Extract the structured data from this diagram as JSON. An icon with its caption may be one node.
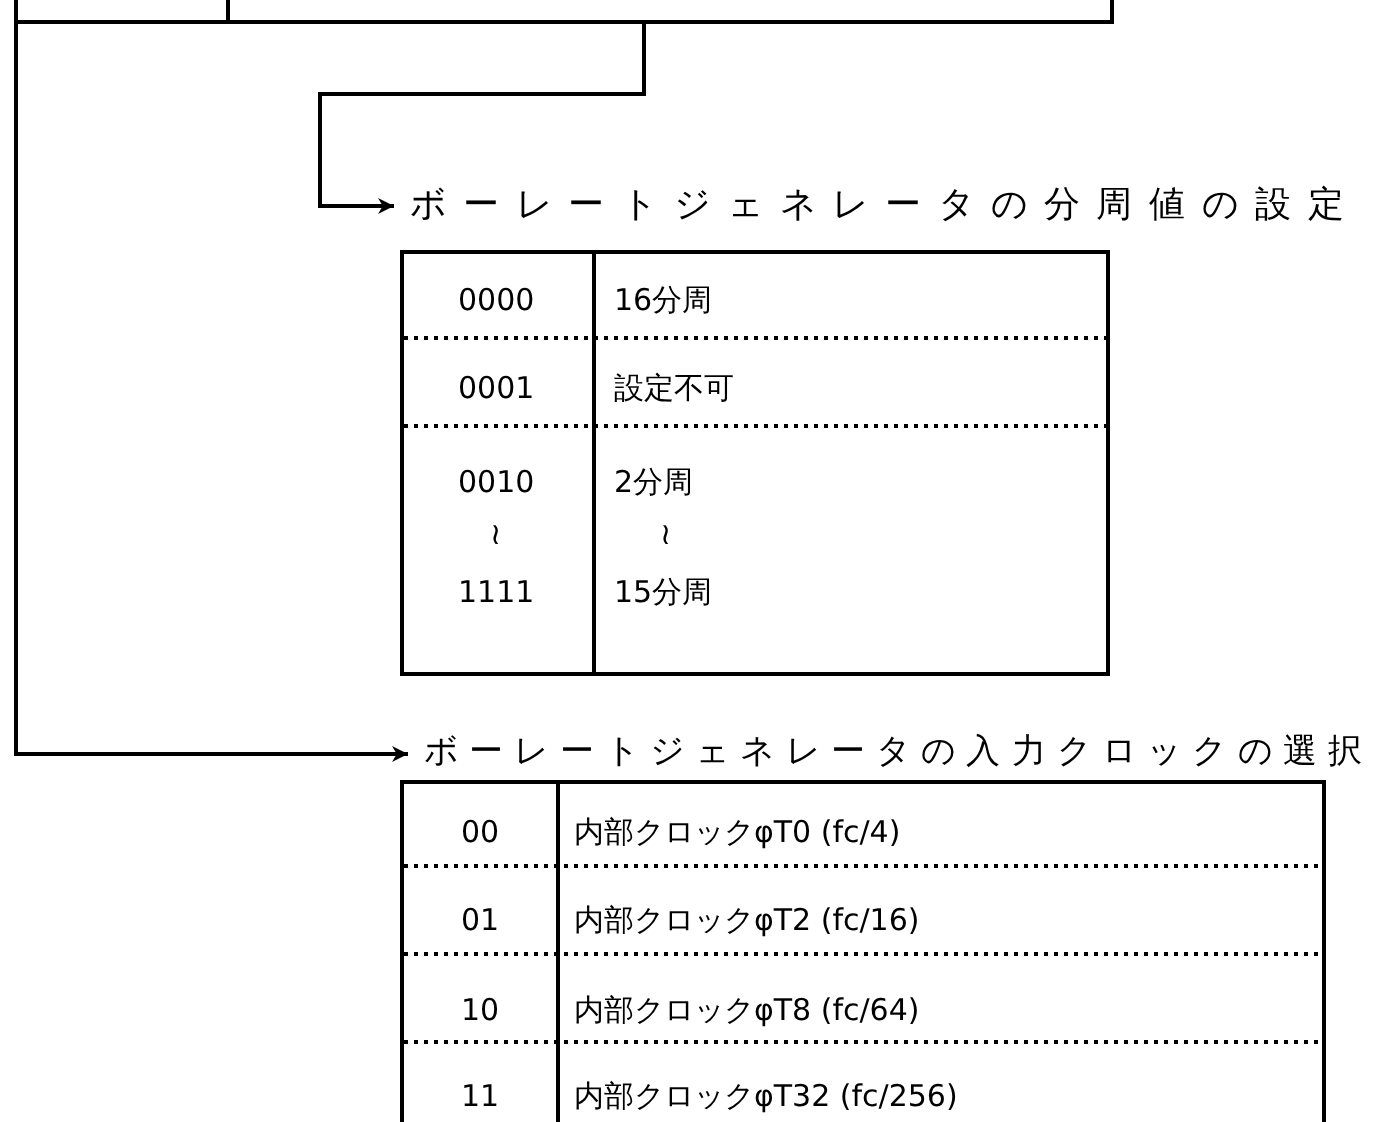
{
  "diagram": {
    "nodes": [
      {
        "text": [],
        "shape": "box"
      },
      {
        "text": [],
        "shape": "box"
      },
      {
        "text": [
          "ボーレートジェネレータの分周値の設定"
        ]
      },
      {
        "text": [
          "ボーレートジェネレータの入力クロックの選択"
        ]
      }
    ],
    "edges": [
      {
        "from": 1,
        "to": 2,
        "arrow": "to"
      },
      {
        "from": 0,
        "to": 3,
        "arrow": "to"
      }
    ],
    "labels": [
      "0000",
      "16分周",
      "0001",
      "設定不可",
      "0010",
      "2分周",
      "≀",
      "≀",
      "1111",
      "15分周",
      "00",
      "内部クロックφT0 (fc/4)",
      "01",
      "内部クロックφT2 (fc/16)",
      "10",
      "内部クロックφT8 (fc/64)",
      "11",
      "内部クロックφT32 (fc/256)"
    ]
  }
}
